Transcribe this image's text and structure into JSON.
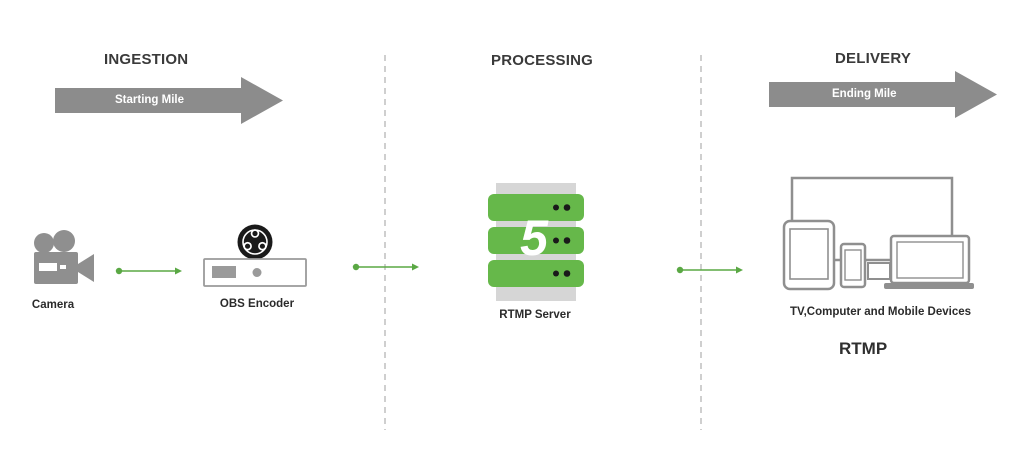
{
  "sections": {
    "ingestion": {
      "heading": "INGESTION",
      "banner": "Starting Mile"
    },
    "processing": {
      "heading": "PROCESSING"
    },
    "delivery": {
      "heading": "DELIVERY",
      "banner": "Ending Mile"
    }
  },
  "nodes": {
    "camera": "Camera",
    "encoder": "OBS Encoder",
    "server": "RTMP Server",
    "devices": "TV,Computer and Mobile Devices"
  },
  "server_badge": "5",
  "protocol": "RTMP",
  "colors": {
    "accent_green": "#5aa844",
    "server_green": "#66b84a",
    "banner_gray": "#8c8c8c",
    "icon_gray": "#8f8f8f",
    "divider_gray": "#b5b5b5"
  }
}
